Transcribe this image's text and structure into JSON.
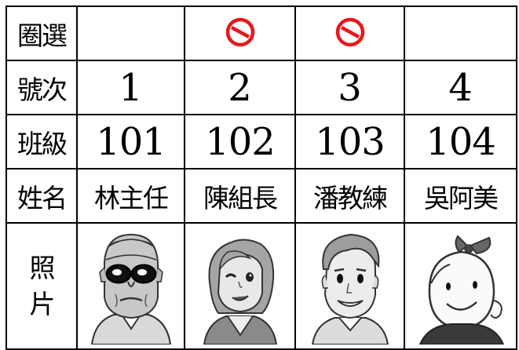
{
  "headers": {
    "select": "圈選",
    "number": "號次",
    "class": "班級",
    "name": "姓名",
    "photo_top": "照",
    "photo_bottom": "片"
  },
  "candidates": [
    {
      "number": "1",
      "class": "101",
      "name": "林主任",
      "selected_mark": false,
      "photo_icon": "bald-man-glasses-portrait"
    },
    {
      "number": "2",
      "class": "102",
      "name": "陳組長",
      "selected_mark": true,
      "photo_icon": "woman-winking-portrait"
    },
    {
      "number": "3",
      "class": "103",
      "name": "潘教練",
      "selected_mark": true,
      "photo_icon": "smiling-man-portrait"
    },
    {
      "number": "4",
      "class": "104",
      "name": "吳阿美",
      "selected_mark": false,
      "photo_icon": "girl-with-bow-portrait"
    }
  ],
  "colors": {
    "border": "#000000",
    "mark": "#e8161b",
    "sketch": "#555555"
  },
  "mark_icon": "no-symbol-icon"
}
